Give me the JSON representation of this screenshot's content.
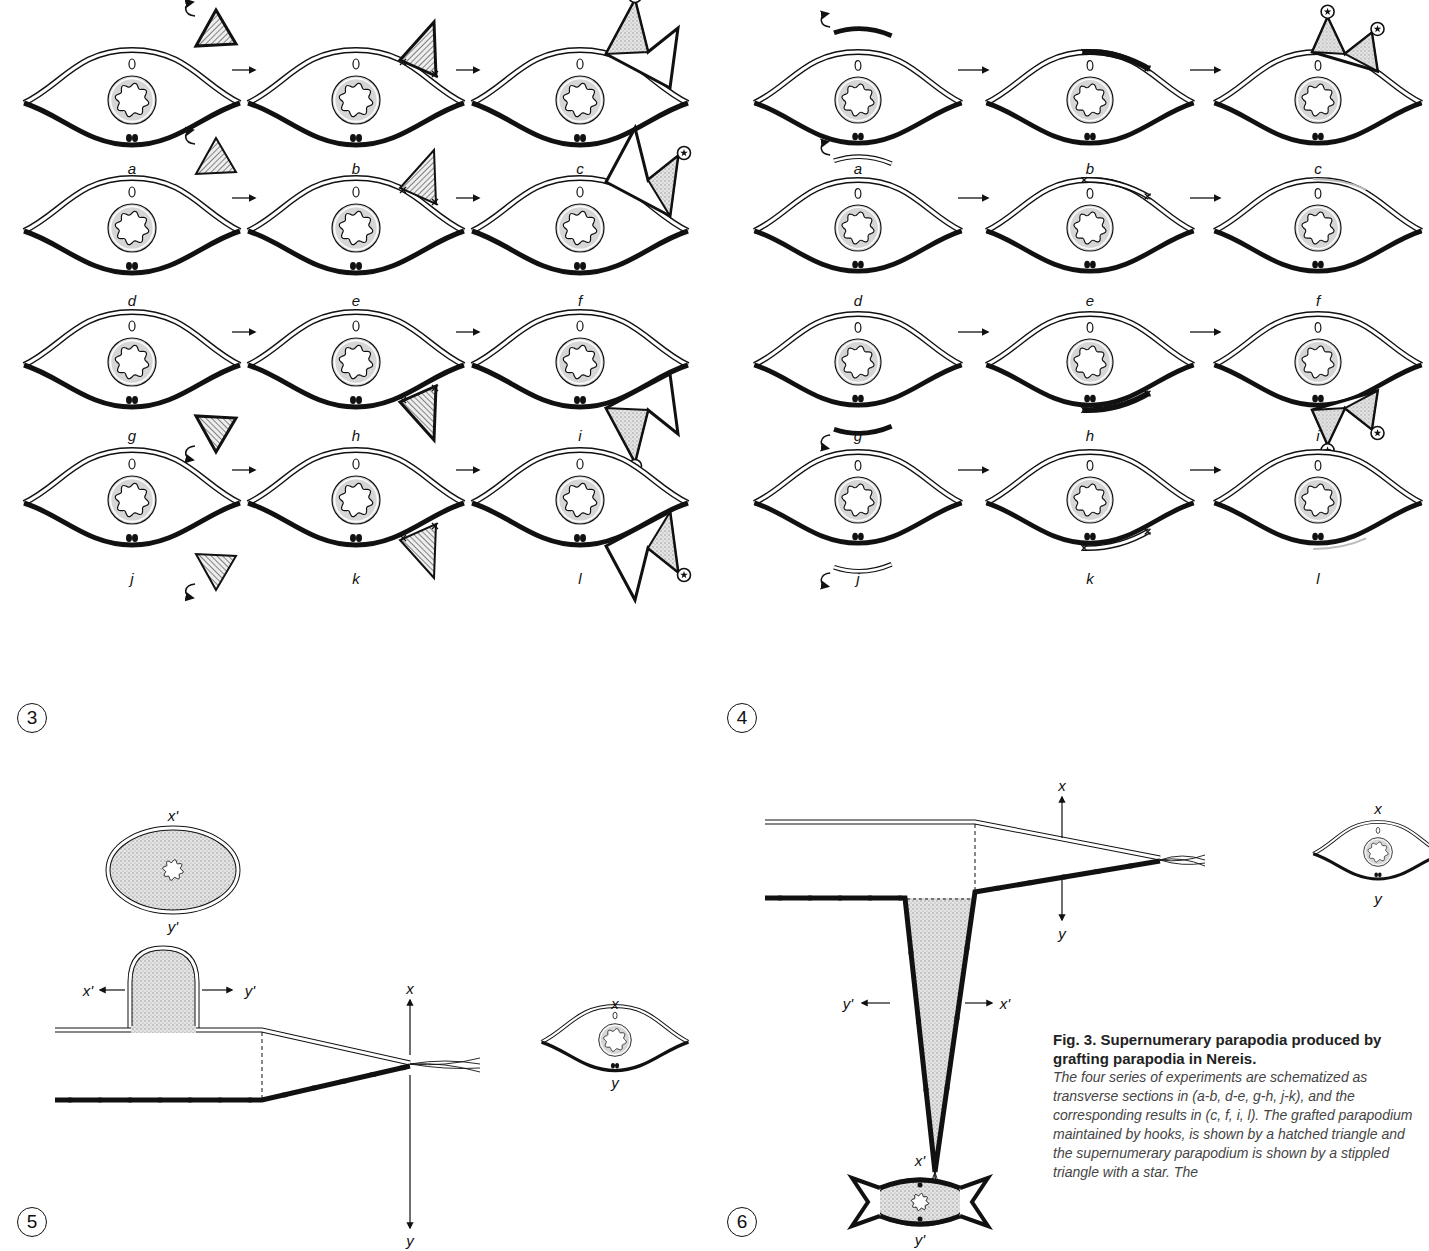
{
  "diagram": {
    "title": "Fig. 3. Supernumerary parapodia produced by grafting parapodia in Nereis.",
    "caption": "The four series of experiments are schematized as transverse sections in (a-b, d-e, g-h, j-k), and the corresponding results in (c, f, i, l). The grafted parapodium maintained by hooks, is shown by a hatched triangle and the supernumerary parapodium is shown by a stippled triangle with a star. The",
    "nodes": [
      {
        "text": [
          "3"
        ]
      },
      {
        "text": [
          "4"
        ]
      },
      {
        "text": [
          "5"
        ]
      },
      {
        "text": [
          "6"
        ]
      }
    ],
    "labels": [
      "a",
      "b",
      "c",
      "d",
      "e",
      "f",
      "g",
      "h",
      "i",
      "j",
      "k",
      "l",
      "a",
      "b",
      "c",
      "d",
      "e",
      "f",
      "g",
      "h",
      "i",
      "j",
      "k",
      "l",
      "x'",
      "y'",
      "x'",
      "y'",
      "x",
      "y",
      "x",
      "y",
      "x",
      "y",
      "x",
      "y",
      "y'",
      "x'",
      "x'",
      "y'"
    ]
  }
}
